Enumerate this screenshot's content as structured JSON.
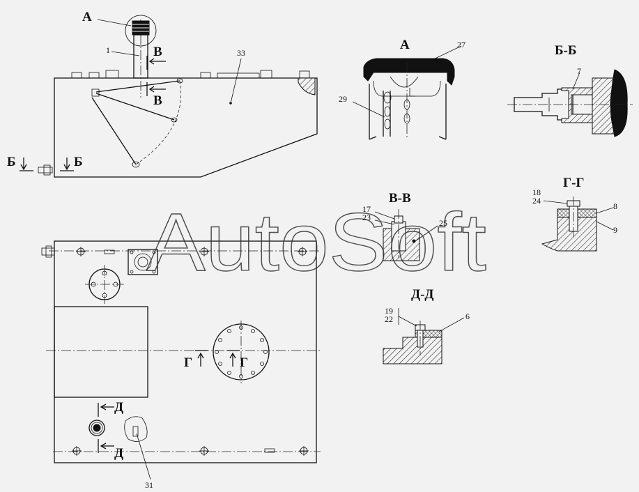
{
  "views": {
    "main_side": {
      "label_A": "А",
      "label_V_top": "В",
      "label_V_bottom": "В",
      "label_B_left": "Б",
      "label_B_right": "Б"
    },
    "detail_A": {
      "title": "А"
    },
    "section_BB": {
      "title": "Б-Б"
    },
    "section_VV": {
      "title": "В-В"
    },
    "section_GG": {
      "title": "Г-Г"
    },
    "section_DD": {
      "title": "Д-Д"
    },
    "plan": {
      "label_G_left": "Г",
      "label_G_right": "Г",
      "label_D_top": "Д",
      "label_D_bottom": "Д"
    }
  },
  "callouts": {
    "c1": "1",
    "c33": "33",
    "c27": "27",
    "c29": "29",
    "c7": "7",
    "c17": "17",
    "c23": "23",
    "c25": "25",
    "c18": "18",
    "c24": "24",
    "c8": "8",
    "c9": "9",
    "c19": "19",
    "c22": "22",
    "c6": "6",
    "c31": "31"
  },
  "watermark": "AutoSoft"
}
